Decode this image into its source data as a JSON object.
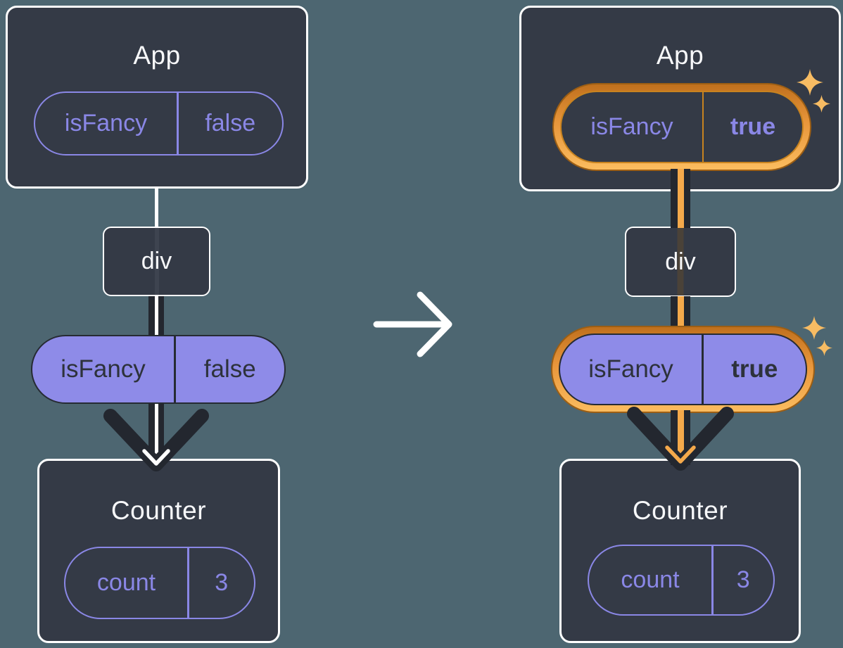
{
  "diagram": {
    "before": {
      "app": {
        "title": "App",
        "prop": {
          "name": "isFancy",
          "value": "false"
        }
      },
      "div": {
        "label": "div"
      },
      "passed_prop": {
        "name": "isFancy",
        "value": "false"
      },
      "counter": {
        "title": "Counter",
        "state": {
          "name": "count",
          "value": "3"
        }
      }
    },
    "after": {
      "app": {
        "title": "App",
        "prop": {
          "name": "isFancy",
          "value": "true"
        }
      },
      "div": {
        "label": "div"
      },
      "passed_prop": {
        "name": "isFancy",
        "value": "true"
      },
      "counter": {
        "title": "Counter",
        "state": {
          "name": "count",
          "value": "3"
        }
      }
    },
    "colors": {
      "background": "#4D6671",
      "card": "#343A46",
      "stroke_dark": "#23272F",
      "purple": "#8A87E6",
      "purple_fill": "#8E8BE8",
      "text_on_purple": "#2D323B",
      "orange_light": "#FBBC5F",
      "orange_core": "#F4A94B",
      "orange_deep": "#C0701D",
      "orange_outline": "#9C5E14",
      "white": "#FFFFFF"
    },
    "icons": {
      "transition_arrow": "right-arrow",
      "highlight": "sparkle"
    }
  }
}
